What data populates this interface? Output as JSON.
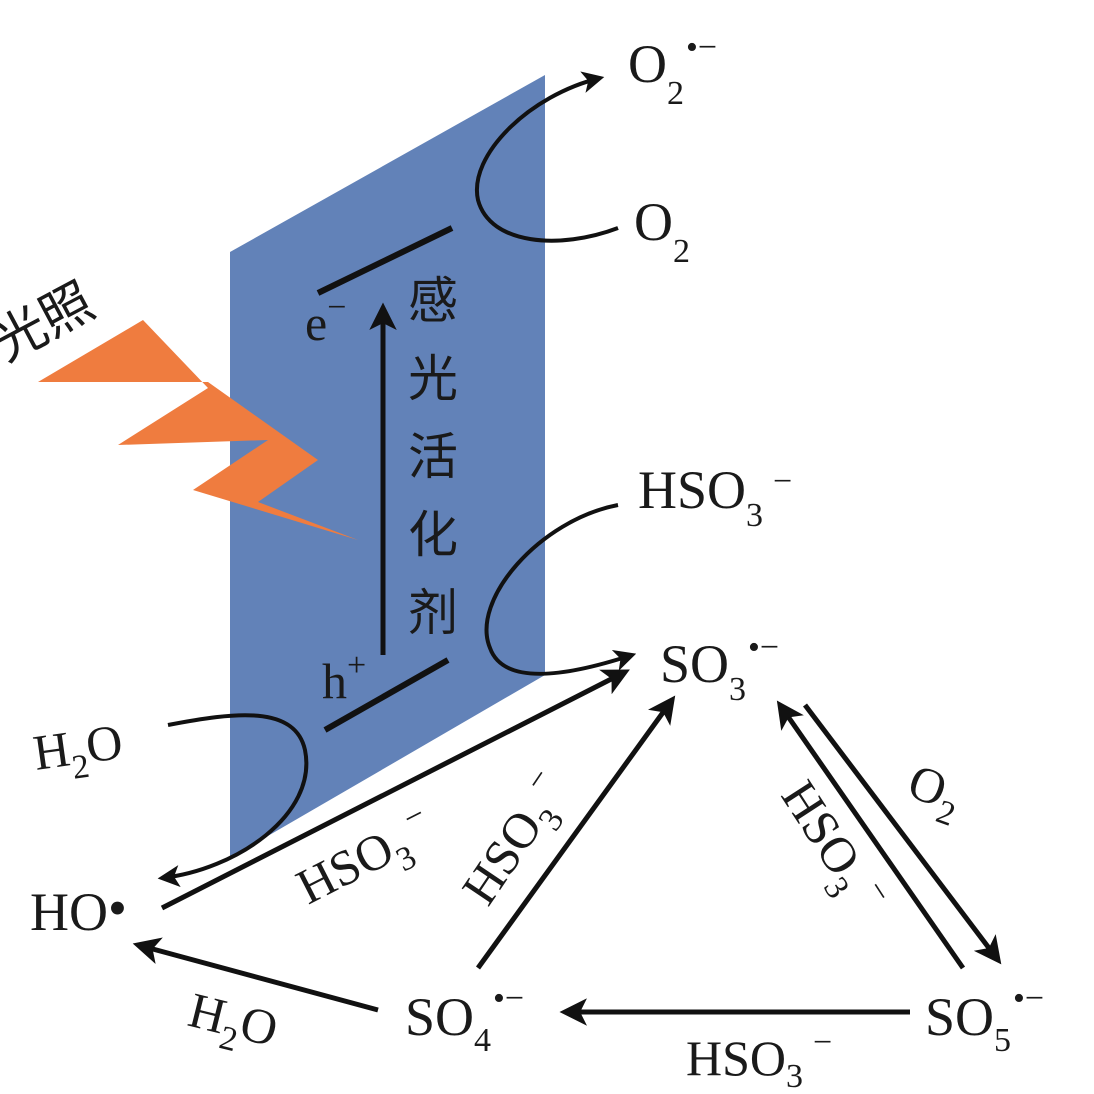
{
  "colors": {
    "panel": "#6282b8",
    "lightning": "#ef7c3f",
    "ink": "#111111"
  },
  "labels": {
    "light": "光照",
    "photocatalyst_chars": [
      "感",
      "光",
      "活",
      "化",
      "剂"
    ],
    "electron": "e",
    "electron_charge": "−",
    "hole": "h",
    "hole_charge": "+",
    "o2_radical_main": "O",
    "o2_radical_sub": "2",
    "o2_radical_sup": "•−",
    "o2_main": "O",
    "o2_sub": "2",
    "hso3_top_main": "HSO",
    "hso3_top_sub": "3",
    "hso3_top_sup": "−",
    "so3_main": "SO",
    "so3_sub": "3",
    "so3_sup": "•−",
    "h2o_left_main": "H",
    "h2o_left_sub": "2",
    "h2o_left_end": "O",
    "ho_main": "HO",
    "ho_dot": "•",
    "so4_main": "SO",
    "so4_sub": "4",
    "so4_sup": "•−",
    "so5_main": "SO",
    "so5_sub": "5",
    "so5_sup": "•−",
    "edge_ho_so3_main": "HSO",
    "edge_ho_so3_sub": "3",
    "edge_ho_so3_sup": "−",
    "edge_so4_so3_main": "HSO",
    "edge_so4_so3_sub": "3",
    "edge_so4_so3_sup": "−",
    "edge_so3_so5_o2_main": "O",
    "edge_so3_so5_o2_sub": "2",
    "edge_so5_so3_main": "HSO",
    "edge_so5_so3_sub": "3",
    "edge_so5_so3_sup": "−",
    "edge_so4_ho_main": "H",
    "edge_so4_ho_sub": "2",
    "edge_so4_ho_end": "O",
    "edge_so5_so4_main": "HSO",
    "edge_so5_so4_sub": "3",
    "edge_so5_so4_sup": "−"
  }
}
